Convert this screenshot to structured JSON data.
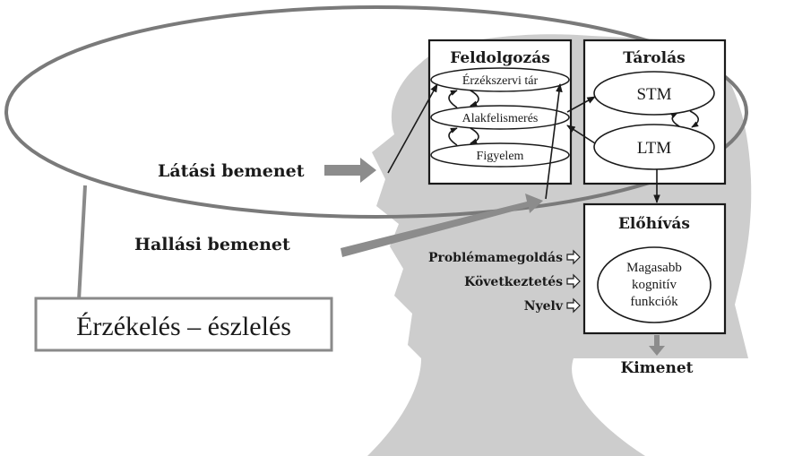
{
  "boxes": {
    "processing": {
      "title": "Feldolgozás",
      "items": [
        "Érzékszervi tár",
        "Alakfelismerés",
        "Figyelem"
      ]
    },
    "storage": {
      "title": "Tárolás",
      "stm": "STM",
      "ltm": "LTM"
    },
    "retrieval": {
      "title": "Előhívás",
      "functions_line1": "Magasabb",
      "functions_line2": "kognitív",
      "functions_line3": "funkciók"
    }
  },
  "inputs": {
    "visual": "Látási bemenet",
    "auditory": "Hallási bemenet"
  },
  "side_labels": {
    "problem_solving": "Problémamegoldás",
    "reasoning": "Következtetés",
    "language": "Nyelv"
  },
  "output": "Kimenet",
  "callout": "Érzékelés – észlelés",
  "colors": {
    "head_silhouette": "#cdcdcd",
    "arrow_gray": "#8c8c8c",
    "ink": "#1a1a1a"
  }
}
